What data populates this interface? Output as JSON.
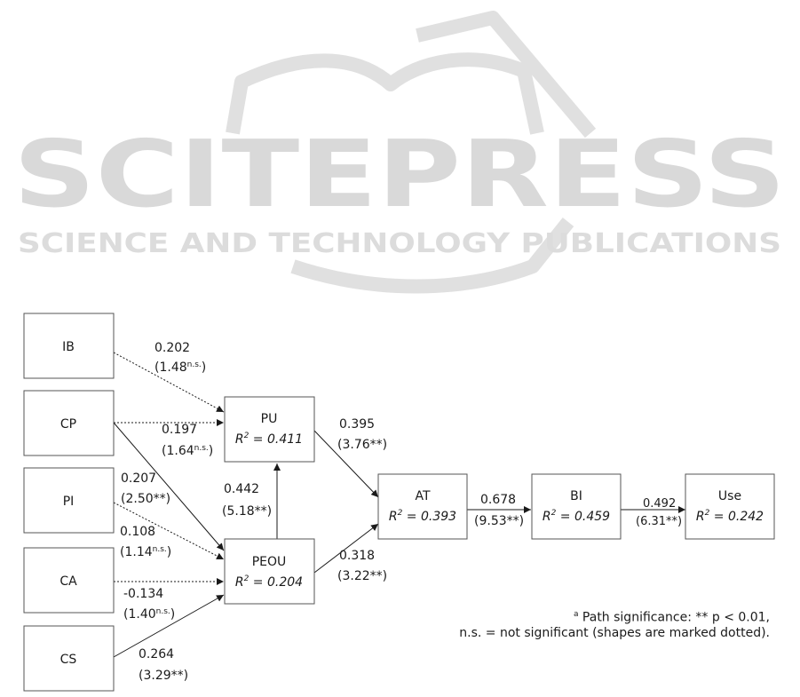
{
  "watermark": {
    "title": "SCITEPRESS",
    "subtitle": "SCIENCE AND TECHNOLOGY PUBLICATIONS"
  },
  "constructs": {
    "ib": {
      "name": "IB"
    },
    "cp": {
      "name": "CP"
    },
    "pi": {
      "name": "PI"
    },
    "ca": {
      "name": "CA"
    },
    "cs": {
      "name": "CS"
    },
    "pu": {
      "name": "PU",
      "r2": "0.411"
    },
    "peou": {
      "name": "PEOU",
      "r2": "0.204"
    },
    "at": {
      "name": "AT",
      "r2": "0.393"
    },
    "bi": {
      "name": "BI",
      "r2": "0.459"
    },
    "use": {
      "name": "Use",
      "r2": "0.242"
    }
  },
  "r2_prefix": "R",
  "r2_exp": "2",
  "paths": {
    "ib_pu": {
      "coef": "0.202",
      "t": "1.48",
      "sig": "n.s."
    },
    "cp_pu": {
      "coef": "0.197",
      "t": "1.64",
      "sig": "n.s."
    },
    "cp_peou": {
      "coef": "0.207",
      "t": "2.50",
      "sig": "**"
    },
    "pi_peou": {
      "coef": "0.108",
      "t": "1.14",
      "sig": "n.s."
    },
    "ca_peou": {
      "coef": "-0.134",
      "t": "1.40",
      "sig": "n.s."
    },
    "cs_peou": {
      "coef": "0.264",
      "t": "3.29",
      "sig": "**"
    },
    "peou_pu": {
      "coef": "0.442",
      "t": "5.18",
      "sig": "**"
    },
    "pu_at": {
      "coef": "0.395",
      "t": "3.76",
      "sig": "**"
    },
    "peou_at": {
      "coef": "0.318",
      "t": "3.22",
      "sig": "**"
    },
    "at_bi": {
      "coef": "0.678",
      "t": "9.53",
      "sig": "**"
    },
    "bi_use": {
      "coef": "0.492",
      "t": "6.31",
      "sig": "**"
    }
  },
  "note": {
    "marker": "a",
    "line1": "Path significance: ** p < 0.01,",
    "line2": "n.s. = not significant (shapes are marked dotted)."
  }
}
